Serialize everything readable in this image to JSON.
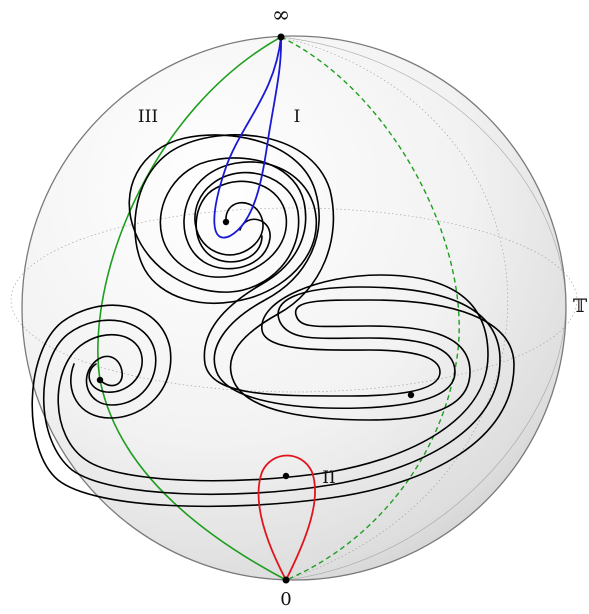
{
  "labels": {
    "infinity": "∞",
    "zero": "0",
    "torus": "𝕋",
    "curve_I": "I",
    "curve_II": "II",
    "curve_III": "III"
  },
  "colors": {
    "curve_I": "#1a1ad6",
    "curve_II": "#e0141c",
    "curve_III": "#1e9e1e",
    "spiral": "#000000",
    "sphere_outline": "#7a7a7a",
    "equator": "#9a9a9a"
  }
}
